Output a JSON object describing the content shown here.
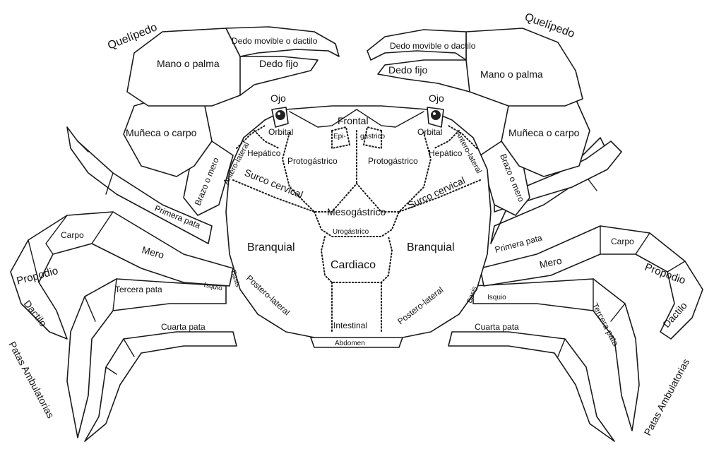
{
  "labels": {
    "queliped_left": "Quelípedo",
    "queliped_right": "Quelípedo",
    "dedo_movible_left": "Dedo movible o dactilo",
    "dedo_movible_right": "Dedo movible o dactilo",
    "dedo_fijo_left": "Dedo fijo",
    "dedo_fijo_right": "Dedo fijo",
    "mano_left": "Mano o palma",
    "mano_right": "Mano o palma",
    "muneca_left": "Muñeca o carpo",
    "muneca_right": "Muñeca o carpo",
    "brazo_left": "Brazo o mero",
    "brazo_right": "Brazo o mero",
    "ojo_left": "Ojo",
    "ojo_right": "Ojo",
    "orbital_left": "Orbital",
    "orbital_right": "Orbital",
    "frontal": "Frontal",
    "epi": "Epi-",
    "gastrico": "gástrico",
    "antero_lateral_left": "Antero-lateral",
    "antero_lateral_right": "Antero-lateral",
    "hepatico_left": "Hepático",
    "hepatico_right": "Hepático",
    "protogastrico_left": "Protogástrico",
    "protogastrico_right": "Protogástrico",
    "surco_left": "Surco cervical",
    "surco_right": "Surco cervical",
    "mesogastrico": "Mesogástrico",
    "urogastrico": "Urogástrico",
    "branquial_left": "Branquial",
    "branquial_right": "Branquial",
    "cardiaco": "Cardiaco",
    "postero_left": "Postero-lateral",
    "postero_right": "Postero-lateral",
    "intestinal": "Intestinal",
    "abdomen": "Abdomen",
    "primera_left": "Primera pata",
    "primera_right": "Primera pata",
    "carpo_left": "Carpo",
    "carpo_right": "Carpo",
    "mero_left": "Mero",
    "mero_right": "Mero",
    "propodio_left": "Propodio",
    "propodio_right": "Propodio",
    "dactilo_left": "Dactilo",
    "dactilo_right": "Dactilo",
    "tercera_left": "Tercera pata",
    "tercera_right": "Tercera pata",
    "isquio_left": "Isquio",
    "isquio_right": "Isquio",
    "basis_left": "Basis",
    "basis_right": "Basis",
    "cuarta_left": "Cuarta pata",
    "cuarta_right": "Cuarta pata",
    "patas_left": "Patas Ambulatorias",
    "patas_right": "Patas Ambulatorias"
  }
}
